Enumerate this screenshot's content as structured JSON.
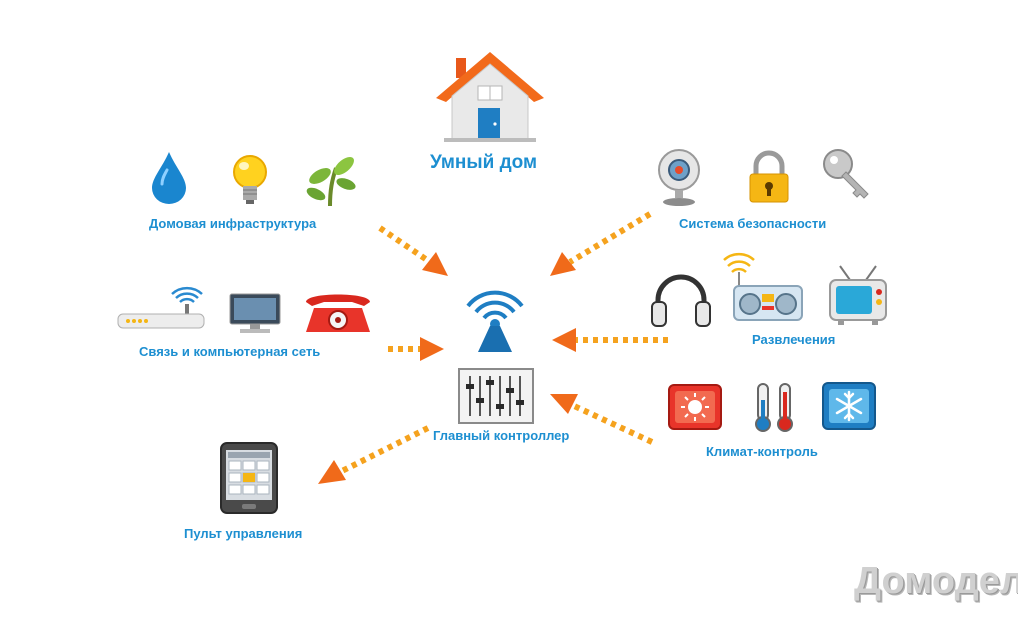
{
  "diagram": {
    "center_title": "Умный дом",
    "controller_label": "Главный контроллер",
    "groups": {
      "infrastructure": "Домовая инфраструктура",
      "security": "Система безопасности",
      "network": "Связь и компьютерная сеть",
      "entertainment": "Развлечения",
      "climate": "Климат-контроль",
      "remote": "Пульт управления"
    },
    "watermark": "Домодел"
  },
  "colors": {
    "label_blue": "#1d8fd1",
    "arrow_orange": "#f07a1e",
    "arrow_yellow": "#f7c51e",
    "house_roof": "#f26a1b"
  },
  "icons": [
    "house-icon",
    "water-drop-icon",
    "light-bulb-icon",
    "plant-icon",
    "webcam-icon",
    "padlock-icon",
    "key-icon",
    "router-icon",
    "monitor-icon",
    "telephone-icon",
    "wifi-antenna-icon",
    "mixer-controller-icon",
    "headphones-icon",
    "radio-icon",
    "tv-icon",
    "heater-icon",
    "thermometer-icon",
    "snowflake-icon",
    "tablet-remote-icon"
  ]
}
